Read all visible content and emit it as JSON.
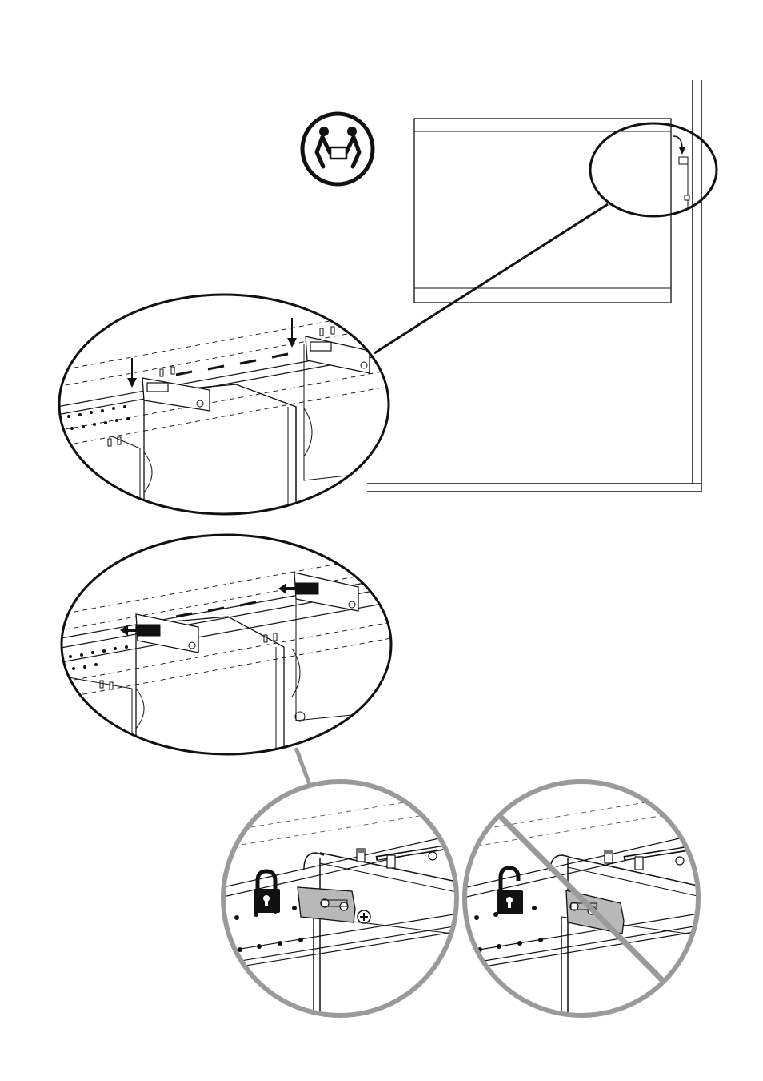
{
  "page": {
    "background": "#ffffff",
    "line_color": "#1a1a1a",
    "callout_gray": "#9a9a9a",
    "hardware_gray": "#b8b8b8"
  },
  "icons": {
    "two_person_lift": "two-person-lift-icon",
    "locked": "padlock-locked-icon",
    "unlocked": "padlock-unlocked-icon",
    "prohibited": "prohibited-slash-icon",
    "screw": "phillips-screw-icon"
  },
  "panels": [
    {
      "id": "overview",
      "description_key": "wall-cabinet-overview"
    },
    {
      "id": "detail-1",
      "step": "hook-down"
    },
    {
      "id": "detail-2",
      "step": "slide-lock"
    },
    {
      "id": "detail-3",
      "state": "locked-correct"
    },
    {
      "id": "detail-4",
      "state": "unlocked-incorrect"
    }
  ]
}
